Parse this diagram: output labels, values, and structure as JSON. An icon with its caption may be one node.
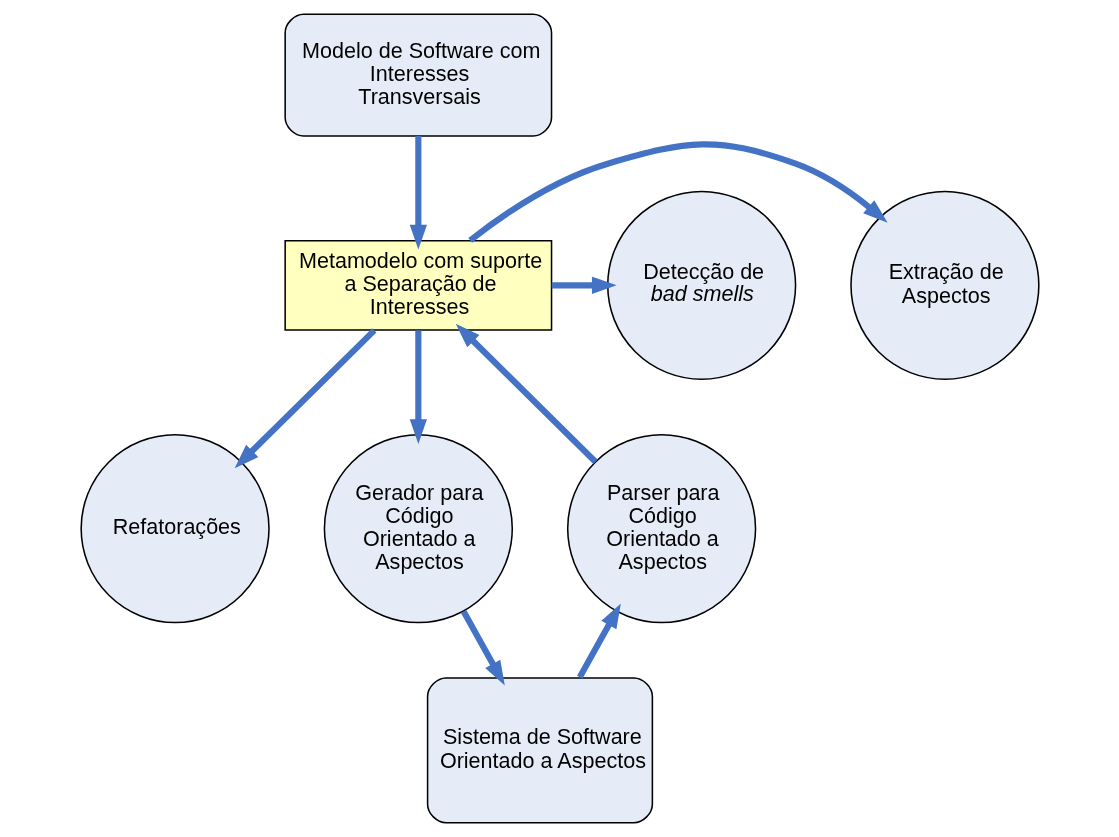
{
  "diagram": {
    "nodes": [
      {
        "text": [
          "Modelo de Software com Interesses Transversais"
        ]
      },
      {
        "text": [
          "Metamodelo com suporte a Separação de Interesses"
        ]
      },
      {
        "text": [
          "Extração de Aspectos"
        ]
      },
      {
        "text": [
          "Detecção de *bad smells*"
        ]
      },
      {
        "text": [
          "Refatorações"
        ]
      },
      {
        "text": [
          "Gerador para Código Orientado a Aspectos"
        ]
      },
      {
        "text": [
          "Parser para Código Orientado a Aspectos"
        ]
      },
      {
        "text": [
          "Sistema de Software Orientado a Aspectos"
        ]
      }
    ],
    "edges": [
      {
        "from": 0,
        "to": 1,
        "arrow": "to"
      },
      {
        "from": 1,
        "to": 2,
        "arrow": "to"
      },
      {
        "from": 1,
        "to": 3,
        "arrow": "to"
      },
      {
        "from": 1,
        "to": 4,
        "arrow": "to"
      },
      {
        "from": 1,
        "to": 5,
        "arrow": "to"
      },
      {
        "from": 6,
        "to": 1,
        "arrow": "to"
      },
      {
        "from": 5,
        "to": 7,
        "arrow": "to"
      },
      {
        "from": 7,
        "to": 6,
        "arrow": "to"
      }
    ]
  }
}
